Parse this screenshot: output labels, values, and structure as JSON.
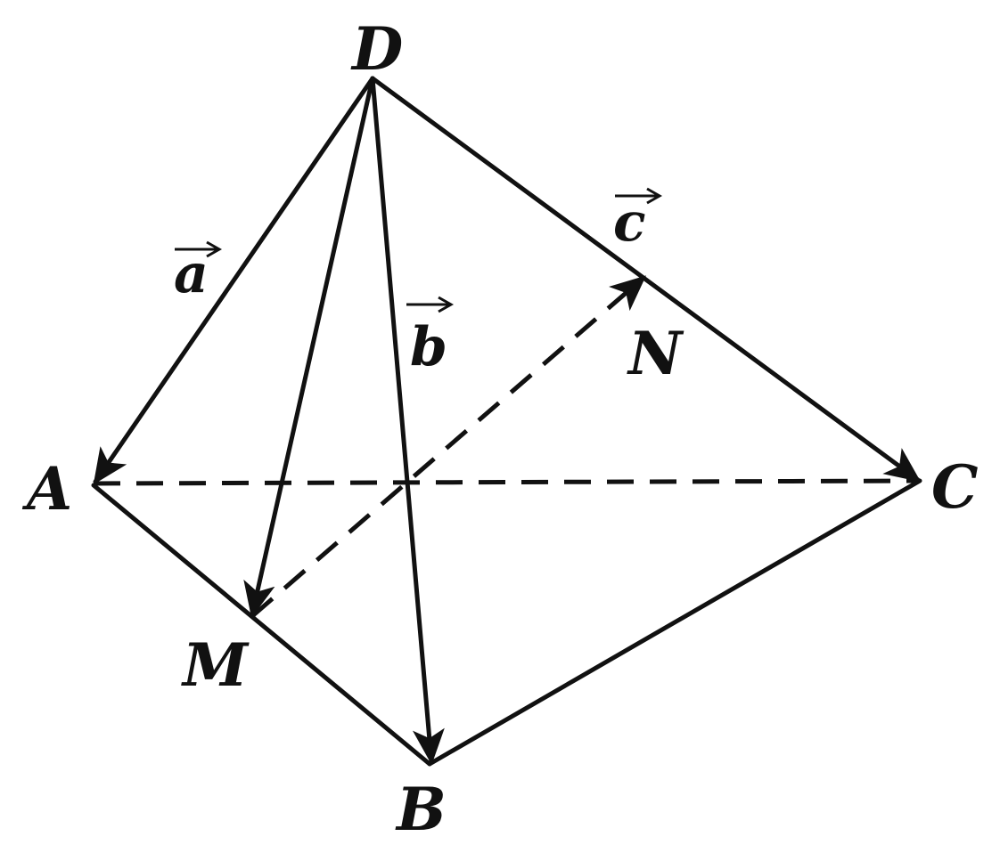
{
  "diagram": {
    "type": "tetrahedron",
    "vertices": {
      "D": "D",
      "A": "A",
      "B": "B",
      "C": "C"
    },
    "midpoints": {
      "M": "M",
      "N": "N"
    },
    "vectors": {
      "a": "a",
      "b": "b",
      "c": "c"
    },
    "edges": [
      {
        "from": "D",
        "to": "A",
        "style": "solid",
        "arrow": true
      },
      {
        "from": "D",
        "to": "B",
        "style": "solid",
        "arrow": true
      },
      {
        "from": "D",
        "to": "C",
        "style": "solid",
        "arrow": true
      },
      {
        "from": "D",
        "to": "M",
        "style": "solid",
        "arrow": true
      },
      {
        "from": "A",
        "to": "B",
        "style": "solid",
        "arrow": false
      },
      {
        "from": "B",
        "to": "C",
        "style": "solid",
        "arrow": false
      },
      {
        "from": "A",
        "to": "C",
        "style": "dashed",
        "arrow": false
      },
      {
        "from": "M",
        "to": "N",
        "style": "dashed",
        "arrow": true
      }
    ],
    "colors": {
      "stroke": "#111111",
      "background": "#ffffff"
    }
  }
}
